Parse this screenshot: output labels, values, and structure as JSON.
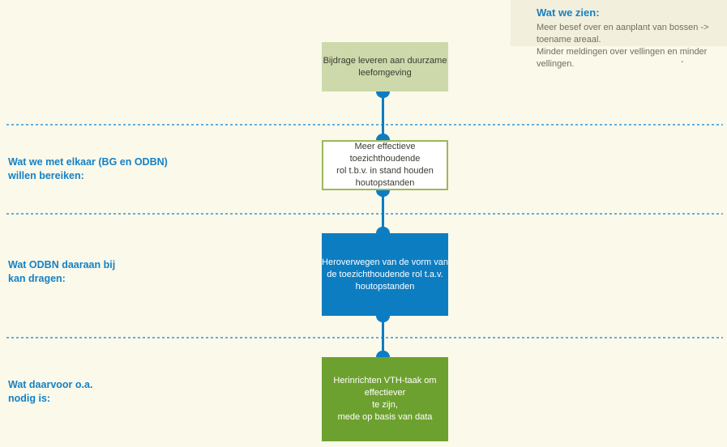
{
  "colors": {
    "background": "#faf9ea",
    "top_right_panel": "#f3efdd",
    "accent_blue": "#1581c5",
    "box_blue": "#0d7dc2",
    "box_green": "#6da12f",
    "box_sage": "#cdd9ab",
    "box_outline_green": "#9cb85a",
    "dashed_line_blue": "#62aede",
    "dark_text": "#3b3b31",
    "body_text": "#70705e"
  },
  "observation": {
    "title": "Wat we zien:",
    "lines": [
      "Meer besef over en aanplant van bossen -> toename areaal.",
      "Minder meldingen over vellingen en minder vellingen."
    ],
    "stray_dot": "."
  },
  "left_labels": [
    {
      "id": "goal-together",
      "lines": [
        "Wat we met elkaar (BG en ODBN)",
        "willen bereiken:"
      ]
    },
    {
      "id": "odbn-contribution",
      "lines": [
        "Wat ODBN daaraan bij",
        "kan dragen:"
      ]
    },
    {
      "id": "what-is-needed",
      "lines": [
        "Wat daarvoor o.a.",
        "nodig is:"
      ]
    }
  ],
  "flow": {
    "boxes": [
      {
        "id": "ambition",
        "lines": [
          "Bijdrage leveren aan duurzame",
          "leefomgeving"
        ]
      },
      {
        "id": "goal",
        "lines": [
          "Meer effectieve toezichthoudende",
          "rol t.b.v. in stand houden",
          "houtopstanden"
        ]
      },
      {
        "id": "contribution",
        "lines": [
          "Heroverwegen van de vorm van",
          "de toezichthoudende rol t.a.v.",
          "houtopstanden"
        ]
      },
      {
        "id": "needs",
        "lines": [
          "Herinrichten VTH-taak om effectiever",
          "te zijn,",
          "mede op basis van data"
        ]
      }
    ]
  }
}
